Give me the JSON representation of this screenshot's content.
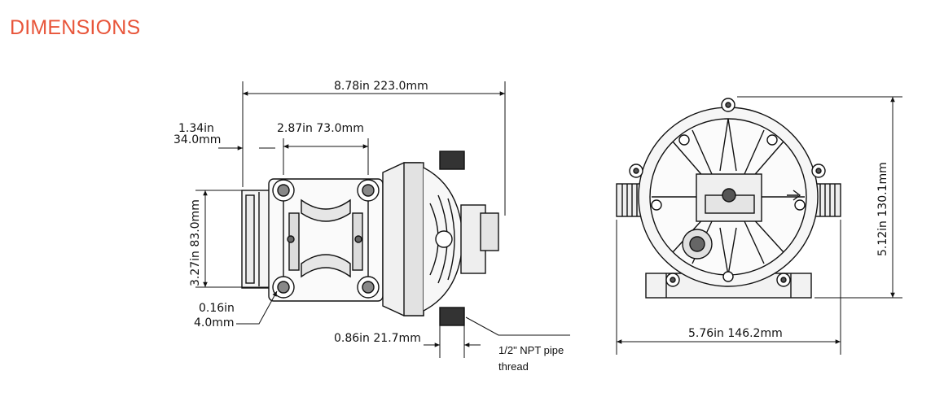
{
  "page": {
    "heading": "DIMENSIONS",
    "heading_color": "#e8553a"
  },
  "side_view": {
    "overall_length": "8.78in  223.0mm",
    "motor_offset_in": "1.34in",
    "motor_offset_mm": "34.0mm",
    "mount_spacing": "2.87in  73.0mm",
    "height": "3.27in  83.0mm",
    "hole_dia_in": "0.16in",
    "hole_dia_mm": "4.0mm",
    "port_length": "0.86in  21.7mm",
    "thread_note_line1": "1/2\" NPT pipe",
    "thread_note_line2": "thread"
  },
  "front_view": {
    "height": "5.12in  130.1mm",
    "width": "5.76in  146.2mm"
  },
  "colors": {
    "line": "#111111",
    "part_fill": "#f4f4f4",
    "dark": "#222222"
  }
}
